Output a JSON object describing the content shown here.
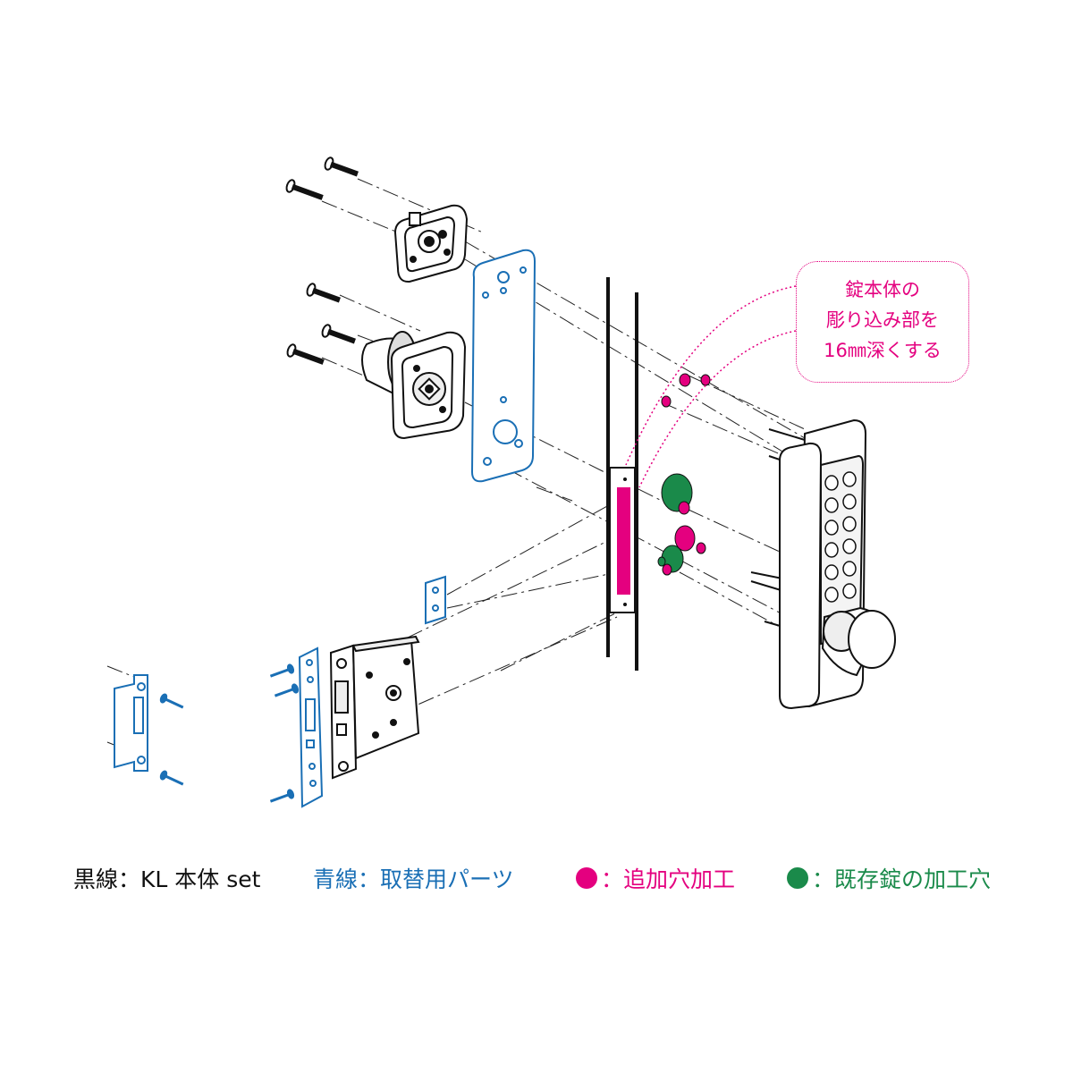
{
  "callout": {
    "lines": [
      "錠本体の",
      "彫り込み部を",
      "16㎜深くする"
    ]
  },
  "legend": {
    "black": {
      "label": "黒線：KL 本体 set",
      "color": "#111111"
    },
    "blue": {
      "label": "青線：取替用パーツ",
      "color": "#1a6fb5"
    },
    "pink": {
      "label": "：追加穴加工",
      "color": "#e4007f"
    },
    "green": {
      "label": "：既存錠の加工穴",
      "color": "#1a8a4a"
    }
  }
}
